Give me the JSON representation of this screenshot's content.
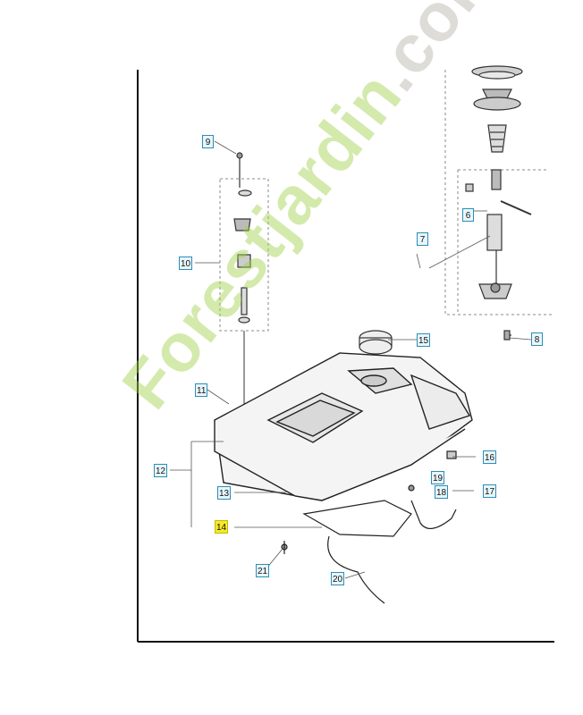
{
  "callouts": {
    "c6": "6",
    "c7": "7",
    "c8": "8",
    "c9": "9",
    "c10": "10",
    "c11": "11",
    "c12": "12",
    "c13": "13",
    "c14": "14",
    "c15": "15",
    "c16": "16",
    "c17": "17",
    "c18": "18",
    "c19": "19",
    "c20": "20",
    "c21": "21"
  },
  "highlight_color": "#f4ea2a",
  "callout_border_color": "#2a8fb8",
  "watermark": {
    "main": "Forestjardin",
    "suffix": ".com"
  }
}
